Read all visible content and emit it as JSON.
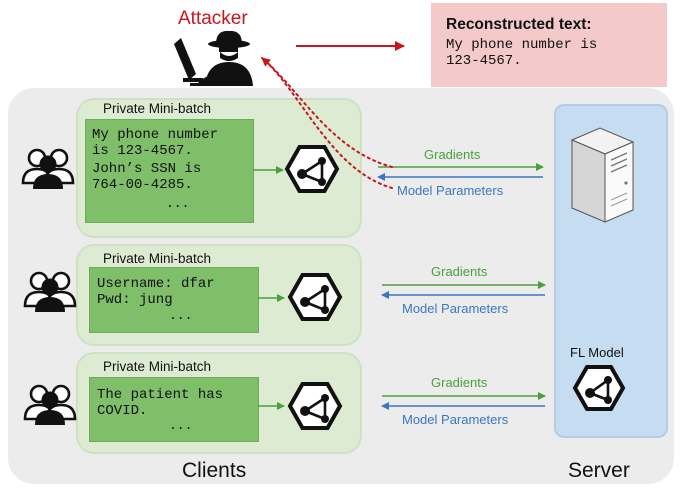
{
  "attacker": {
    "label": "Attacker",
    "icon": "attacker-icon"
  },
  "reconstructed": {
    "title": "Reconstructed text:",
    "lines": [
      "My phone number is",
      "123-4567."
    ]
  },
  "clients": [
    {
      "minibatch_label": "Private Mini-batch",
      "text_lines": [
        "My phone number",
        "is 123-4567.",
        "John’s SSN is",
        "764-00-4285."
      ],
      "ellipsis": "...",
      "gradients_label": "Gradients",
      "params_label": "Model Parameters"
    },
    {
      "minibatch_label": "Private Mini-batch",
      "text_lines": [
        "Username: dfar",
        "Pwd: jung"
      ],
      "ellipsis": "...",
      "gradients_label": "Gradients",
      "params_label": "Model Parameters"
    },
    {
      "minibatch_label": "Private Mini-batch",
      "text_lines": [
        "The patient has",
        "COVID."
      ],
      "ellipsis": "...",
      "gradients_label": "Gradients",
      "params_label": "Model Parameters"
    }
  ],
  "server": {
    "model_label": "FL Model"
  },
  "section_labels": {
    "clients": "Clients",
    "server": "Server"
  },
  "colors": {
    "gradients": "#4aa03d",
    "model_parameters": "#3a76c4",
    "attacker": "#c8161d",
    "leak_path": "#c8161d"
  }
}
